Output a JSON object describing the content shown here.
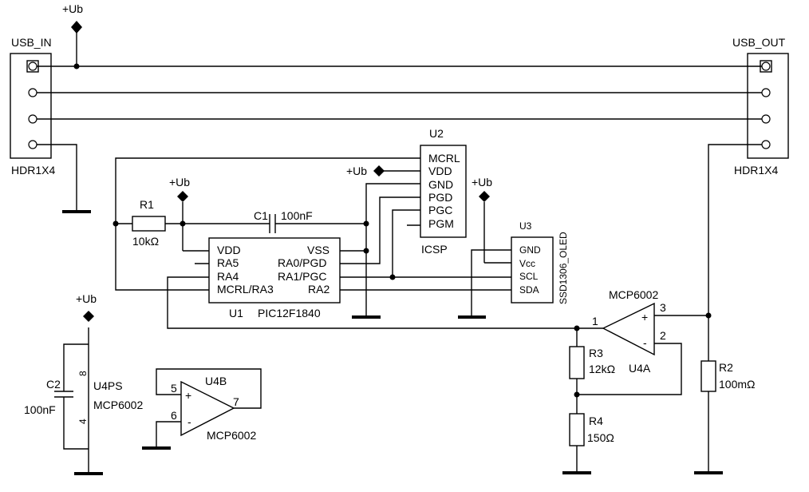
{
  "supply": {
    "label": "+Ub"
  },
  "connectors": {
    "usb_in": {
      "name": "USB_IN",
      "type": "HDR1X4"
    },
    "usb_out": {
      "name": "USB_OUT",
      "type": "HDR1X4"
    }
  },
  "u1": {
    "ref": "U1",
    "part": "PIC12F1840",
    "pins_left": [
      "VDD",
      "RA5",
      "RA4",
      "MCRL/RA3"
    ],
    "pins_right": [
      "VSS",
      "RA0/PGD",
      "RA1/PGC",
      "RA2"
    ]
  },
  "u2": {
    "ref": "U2",
    "part": "ICSP",
    "pins": [
      "MCRL",
      "VDD",
      "GND",
      "PGD",
      "PGC",
      "PGM"
    ]
  },
  "u3": {
    "ref": "U3",
    "part": "SSD1306_OLED",
    "pins": [
      "GND",
      "Vcc",
      "SCL",
      "SDA"
    ]
  },
  "r1": {
    "ref": "R1",
    "value": "10kΩ"
  },
  "r2": {
    "ref": "R2",
    "value": "100mΩ"
  },
  "r3": {
    "ref": "R3",
    "value": "12kΩ"
  },
  "r4": {
    "ref": "R4",
    "value": "150Ω"
  },
  "c1": {
    "ref": "C1",
    "value": "100nF"
  },
  "c2": {
    "ref": "C2",
    "value": "100nF"
  },
  "u4a": {
    "ref": "U4A",
    "part": "MCP6002",
    "pin_out": "1",
    "pin_plus": "3",
    "pin_minus": "2"
  },
  "u4b": {
    "ref": "U4B",
    "part": "MCP6002",
    "pin_plus": "5",
    "pin_minus": "6",
    "pin_out": "7"
  },
  "u4ps": {
    "ref": "U4PS",
    "part": "MCP6002",
    "pin_top": "8",
    "pin_bottom": "4"
  }
}
